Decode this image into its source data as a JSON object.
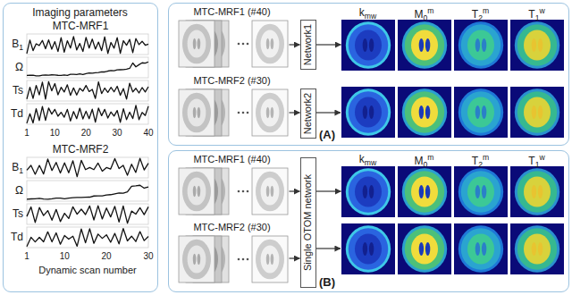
{
  "diagram": {
    "nodes": [
      {
        "text": [
          "Imaging parameters"
        ]
      },
      {
        "text": [
          "(A)"
        ]
      },
      {
        "text": [
          "MTC-MRF1 (#40)"
        ],
        "in": 1
      },
      {
        "text": [
          "Network1"
        ],
        "in": 1
      },
      {
        "text": [
          "kmw",
          "M0m",
          "T2m",
          "T1w"
        ],
        "in": 1
      },
      {
        "text": [
          "MTC-MRF2 (#30)"
        ],
        "in": 1
      },
      {
        "text": [
          "Network2"
        ],
        "in": 1
      },
      {
        "text": [
          "(B)"
        ]
      },
      {
        "text": [
          "MTC-MRF1 (#40)"
        ],
        "in": 7
      },
      {
        "text": [
          "MTC-MRF2 (#30)"
        ],
        "in": 7
      },
      {
        "text": [
          "Single OTOM network"
        ],
        "in": 7
      },
      {
        "text": [
          "kmw",
          "M0m",
          "T2m",
          "T1w"
        ],
        "in": 7
      }
    ],
    "edges": [
      {
        "from": 2,
        "to": 3,
        "arrow": "to"
      },
      {
        "from": 3,
        "to": 4,
        "arrow": "to"
      },
      {
        "from": 5,
        "to": 6,
        "arrow": "to"
      },
      {
        "from": 8,
        "to": 10,
        "arrow": "to"
      },
      {
        "from": 9,
        "to": 10,
        "arrow": "to"
      },
      {
        "from": 10,
        "to": 11,
        "arrow": "to"
      }
    ],
    "labels": [
      "MTC-MRF1",
      "B1",
      "Ω",
      "Ts",
      "Td",
      "1",
      "10",
      "20",
      "30",
      "40",
      "MTC-MRF2",
      "B1",
      "Ω",
      "Ts",
      "Td",
      "1",
      "10",
      "20",
      "30",
      "Dynamic scan number"
    ]
  }
}
